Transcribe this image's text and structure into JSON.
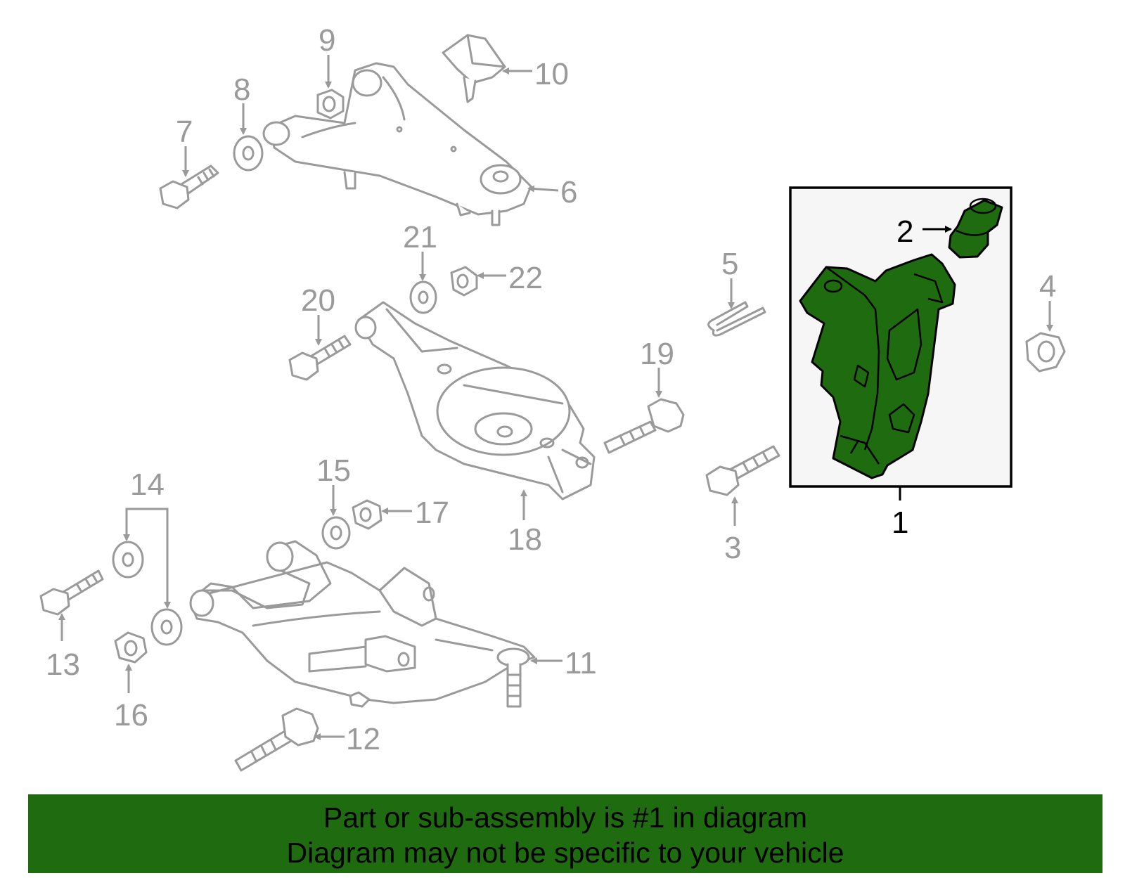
{
  "callouts": {
    "c1": "1",
    "c2": "2",
    "c3": "3",
    "c4": "4",
    "c5": "5",
    "c6": "6",
    "c7": "7",
    "c8": "8",
    "c9": "9",
    "c10": "10",
    "c11": "11",
    "c12": "12",
    "c13": "13",
    "c14": "14",
    "c15": "15",
    "c16": "16",
    "c17": "17",
    "c18": "18",
    "c19": "19",
    "c20": "20",
    "c21": "21",
    "c22": "22"
  },
  "footer": {
    "line1": "Part or sub-assembly is #1 in diagram",
    "line2": "Diagram may not be specific to your vehicle"
  },
  "colors": {
    "highlight": "#1e6b10",
    "part_stroke": "#9a9a9a",
    "highlight_stroke": "#000000"
  }
}
